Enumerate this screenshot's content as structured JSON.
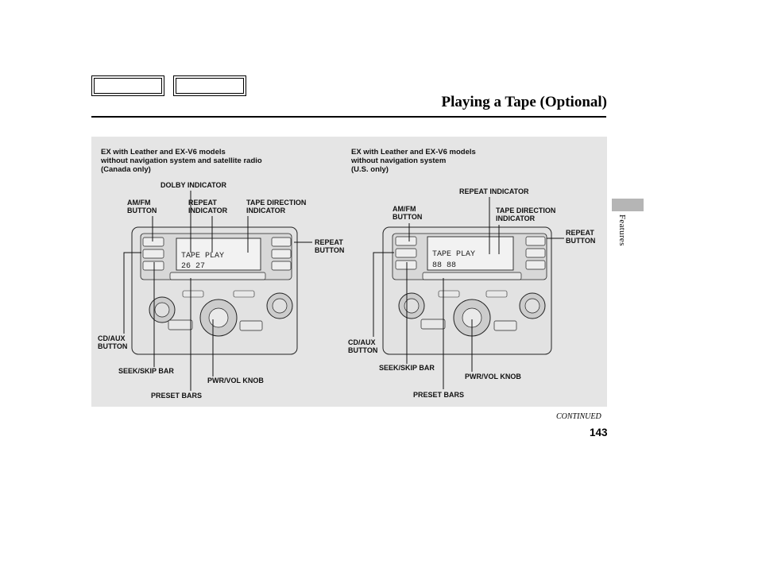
{
  "page": {
    "title": "Playing a Tape (Optional)",
    "section_tab": "Features",
    "continued": "CONTINUED",
    "page_number": "143"
  },
  "left_figure": {
    "caption": [
      "EX with Leather and EX-V6 models",
      "without navigation system and satellite radio",
      "(Canada only)"
    ],
    "labels": {
      "dolby_indicator": "DOLBY INDICATOR",
      "am_fm_button": [
        "AM/FM",
        "BUTTON"
      ],
      "repeat_indicator": [
        "REPEAT",
        "INDICATOR"
      ],
      "tape_direction_indicator": [
        "TAPE DIRECTION",
        "INDICATOR"
      ],
      "repeat_button": [
        "REPEAT",
        "BUTTON"
      ],
      "cd_aux_button": [
        "CD/AUX",
        "BUTTON"
      ],
      "seek_skip_bar": "SEEK/SKIP BAR",
      "pwr_vol_knob": "PWR/VOL KNOB",
      "preset_bars": "PRESET BARS"
    },
    "display": {
      "line1": "TAPE  PLAY",
      "line2": "26  27"
    }
  },
  "right_figure": {
    "caption": [
      "EX with Leather and EX-V6 models",
      "without navigation system",
      "(U.S. only)"
    ],
    "labels": {
      "repeat_indicator": "REPEAT INDICATOR",
      "am_fm_button": [
        "AM/FM",
        "BUTTON"
      ],
      "tape_direction_indicator": [
        "TAPE DIRECTION",
        "INDICATOR"
      ],
      "repeat_button": [
        "REPEAT",
        "BUTTON"
      ],
      "cd_aux_button": [
        "CD/AUX",
        "BUTTON"
      ],
      "seek_skip_bar": "SEEK/SKIP BAR",
      "pwr_vol_knob": "PWR/VOL KNOB",
      "preset_bars": "PRESET BARS"
    },
    "display": {
      "line1": "TAPE  PLAY",
      "line2": "88  88"
    }
  }
}
